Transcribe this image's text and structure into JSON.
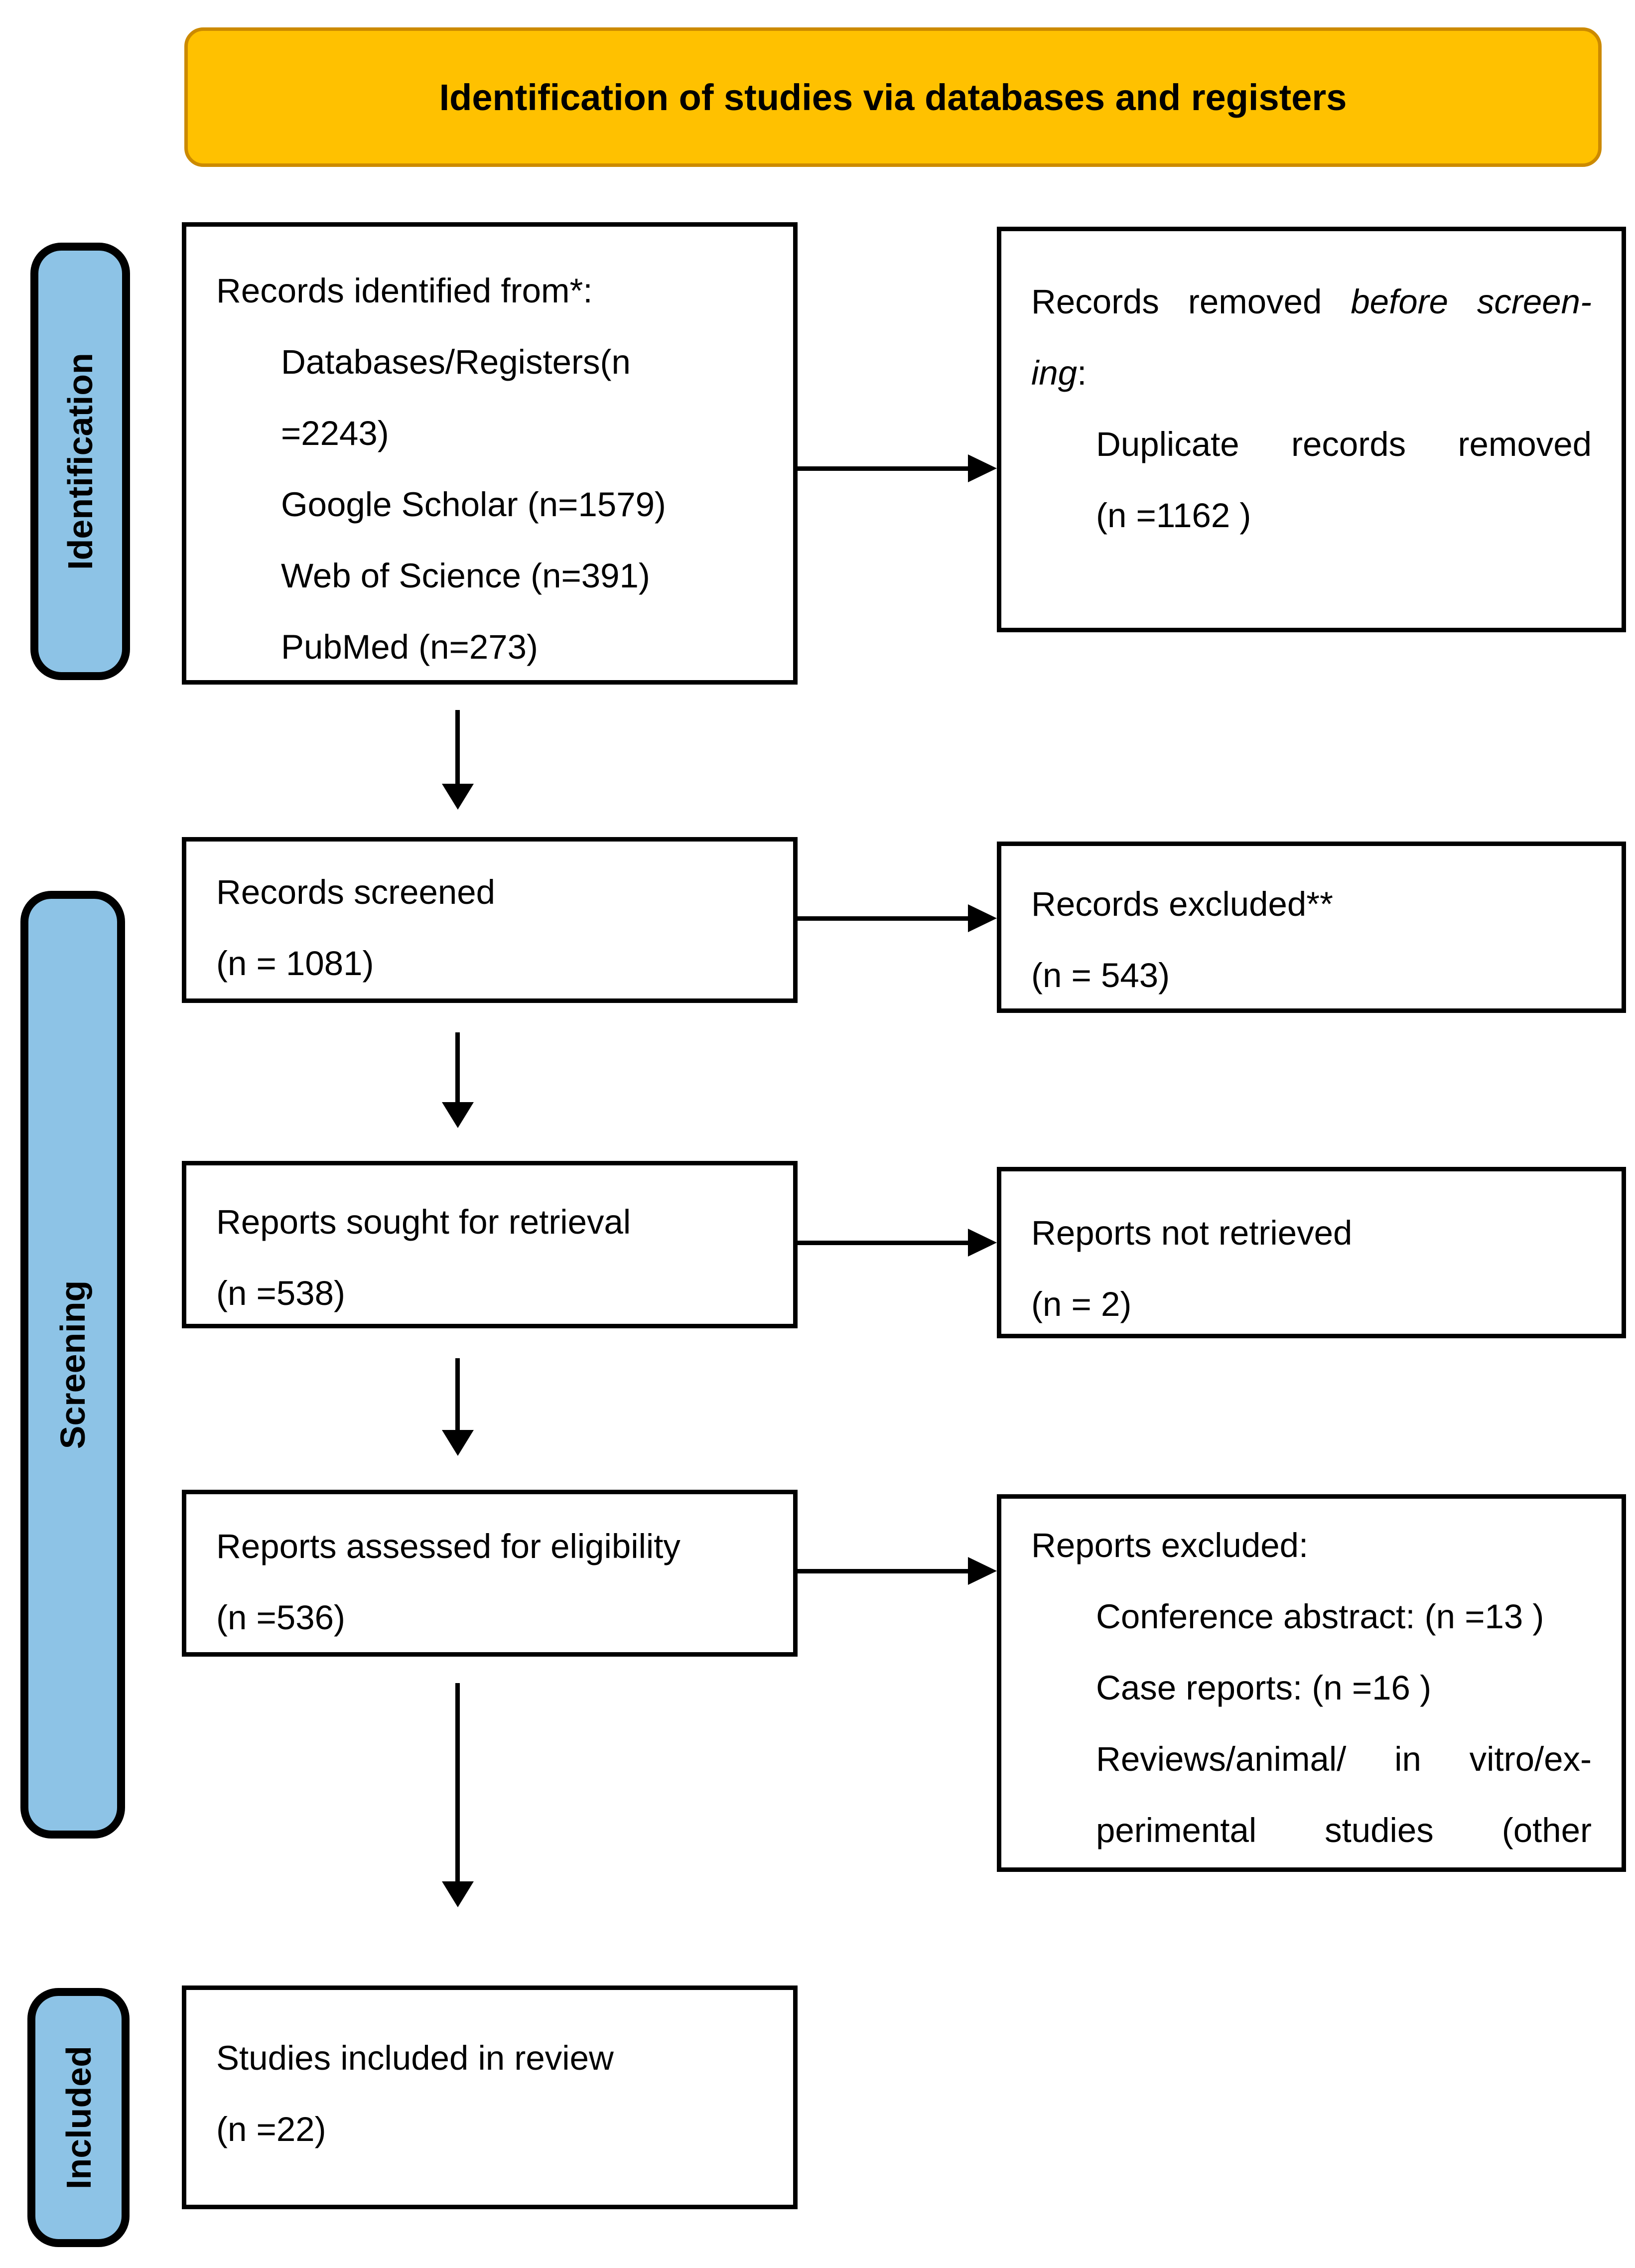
{
  "banner": {
    "title": "Identification of studies via databases and registers"
  },
  "stages": {
    "identification": "Identification",
    "screening": "Screening",
    "included": "Included"
  },
  "boxes": {
    "records_identified": {
      "lines": [
        "Records identified from*:",
        "Databases/Registers(n",
        "=2243)",
        "Google Scholar (n=1579)",
        "Web of Science (n=391)",
        "PubMed (n=273)"
      ]
    },
    "records_removed": {
      "l1_regular": "Records removed ",
      "l1_italic": "before screen-",
      "l2_italic": "ing",
      "l2_regular": ":",
      "l3": "Duplicate records removed",
      "l4": "(n =1162 )"
    },
    "records_screened": {
      "lines": [
        "Records screened",
        "(n = 1081)"
      ]
    },
    "records_excluded": {
      "lines": [
        "Records excluded**",
        "(n = 543)"
      ]
    },
    "reports_sought": {
      "lines": [
        "Reports sought for retrieval",
        "(n =538)"
      ]
    },
    "reports_not_retrieved": {
      "lines": [
        "Reports not retrieved",
        "(n = 2)"
      ]
    },
    "reports_assessed": {
      "lines": [
        "Reports assessed for eligibility",
        "(n =536)"
      ]
    },
    "reports_excluded": {
      "lines": [
        "Reports excluded:",
        "Conference abstract: (n =13 )",
        "Case reports: (n =16 )",
        "Reviews/animal/ in vitro/ex-",
        "perimental studies (other"
      ]
    },
    "studies_included": {
      "lines": [
        "Studies included in review",
        "(n =22)"
      ]
    }
  },
  "colors": {
    "banner_fill": "#FFC100",
    "banner_border": "#CC8A00",
    "stage_fill": "#8DC3E6",
    "box_border": "#000000",
    "text": "#000000"
  }
}
